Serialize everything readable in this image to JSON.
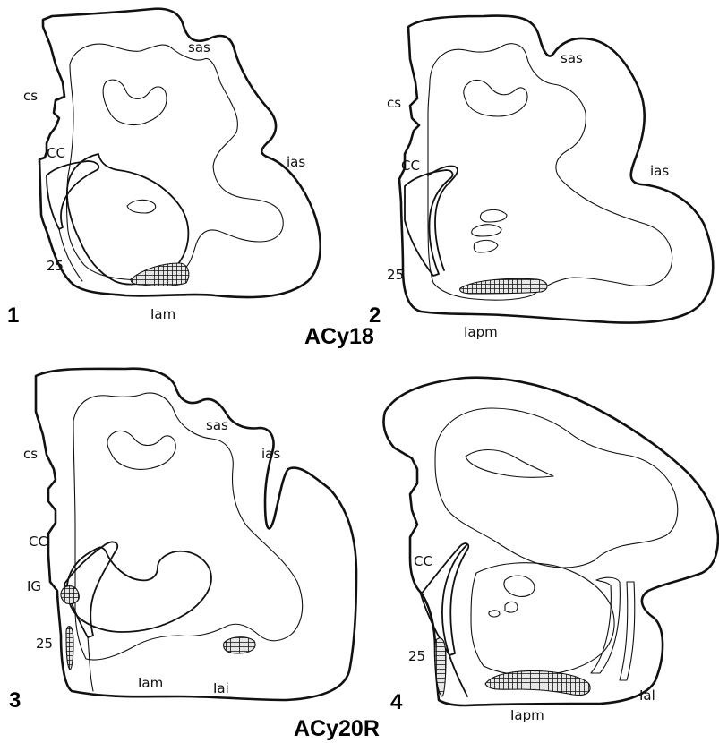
{
  "panels": [
    {
      "number": "1",
      "labels": {
        "cs": "cs",
        "sas": "sas",
        "ias": "ias",
        "cc": "CC",
        "area25": "25",
        "insula": "Iam"
      }
    },
    {
      "number": "2",
      "labels": {
        "cs": "cs",
        "sas": "sas",
        "ias": "ias",
        "cc": "CC",
        "area25": "25",
        "insula": "Iapm"
      }
    },
    {
      "number": "3",
      "labels": {
        "cs": "cs",
        "sas": "sas",
        "ias": "ias",
        "cc": "CC",
        "ig": "IG",
        "area25": "25",
        "insula": "Iam",
        "insula2": "Iai"
      }
    },
    {
      "number": "4",
      "labels": {
        "cc": "CC",
        "area25": "25",
        "insula": "Iapm",
        "insula2": "Ial"
      }
    }
  ],
  "cases": {
    "top": "ACy18",
    "bottom": "ACy20R"
  },
  "colors": {
    "stroke": "#111111",
    "hatch": "#111111",
    "background": "#ffffff"
  }
}
